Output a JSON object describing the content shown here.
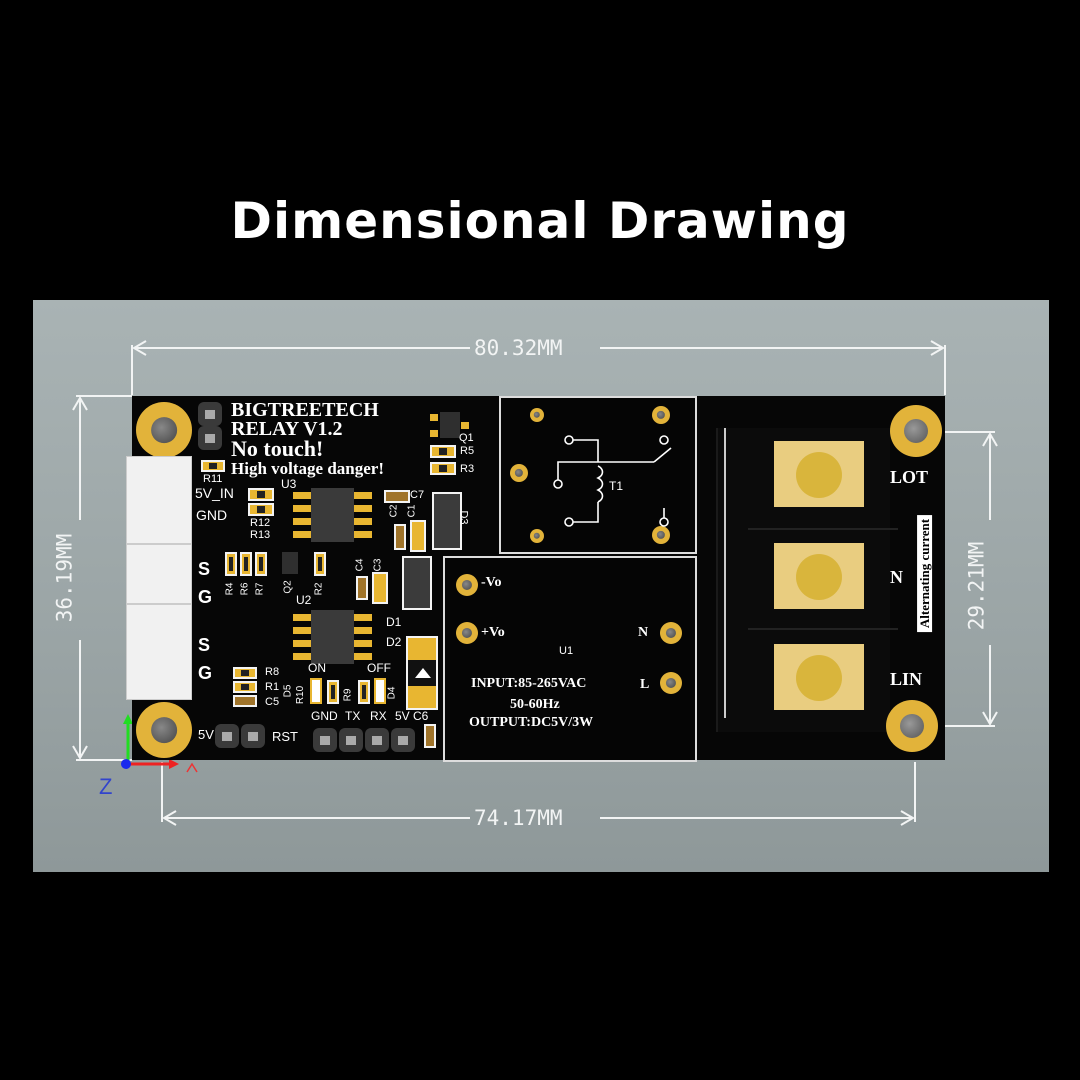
{
  "title": "Dimensional Drawing",
  "dimensions": {
    "overall_width": "80.32MM",
    "hole_spacing_width": "74.17MM",
    "overall_height": "36.19MM",
    "hole_spacing_height": "29.21MM"
  },
  "axis": {
    "z_label": "Z"
  },
  "board": {
    "brand": "BIGTREETECH",
    "model": "RELAY V1.2",
    "warning1": "No touch!",
    "warning2": "High voltage danger!",
    "connector_labels": [
      "5V_IN",
      "GND",
      "S",
      "G",
      "S",
      "G"
    ],
    "header_labels": {
      "five_v": "5V",
      "rst": "RST",
      "gnd": "GND",
      "tx": "TX",
      "rx": "RX",
      "five_v2": "5V"
    },
    "led_labels": {
      "on": "ON",
      "off": "OFF"
    },
    "refdes": {
      "r11": "R11",
      "u3": "U3",
      "r12": "R12",
      "r13": "R13",
      "q1": "Q1",
      "r5": "R5",
      "r3": "R3",
      "c7": "C7",
      "c2": "C2",
      "c1": "C1",
      "d3": "D3",
      "r4": "R4",
      "r6": "R6",
      "r7": "R7",
      "q2": "Q2",
      "r2": "R2",
      "u2": "U2",
      "c4": "C4",
      "c3": "C3",
      "d1": "D1",
      "d2": "D2",
      "r8": "R8",
      "r1": "R1",
      "c5": "C5",
      "d5": "D5",
      "r10": "R10",
      "r9": "R9",
      "d4": "D4",
      "c6": "C6",
      "t1": "T1",
      "u1": "U1"
    },
    "psu": {
      "neg_vo": "-Vo",
      "pos_vo": "+Vo",
      "n": "N",
      "l": "L",
      "input": "INPUT:85-265VAC",
      "freq": "50-60Hz",
      "output": "OUTPUT:DC5V/3W"
    },
    "terminal": {
      "lot": "LOT",
      "n": "N",
      "lin": "LIN",
      "ac_label": "Alternating current"
    }
  },
  "colors": {
    "background": "#000000",
    "panel": "#a3adae",
    "pcb": "#060606",
    "gold": "#e2b33a",
    "terminal_pad": "#e9cd80"
  }
}
